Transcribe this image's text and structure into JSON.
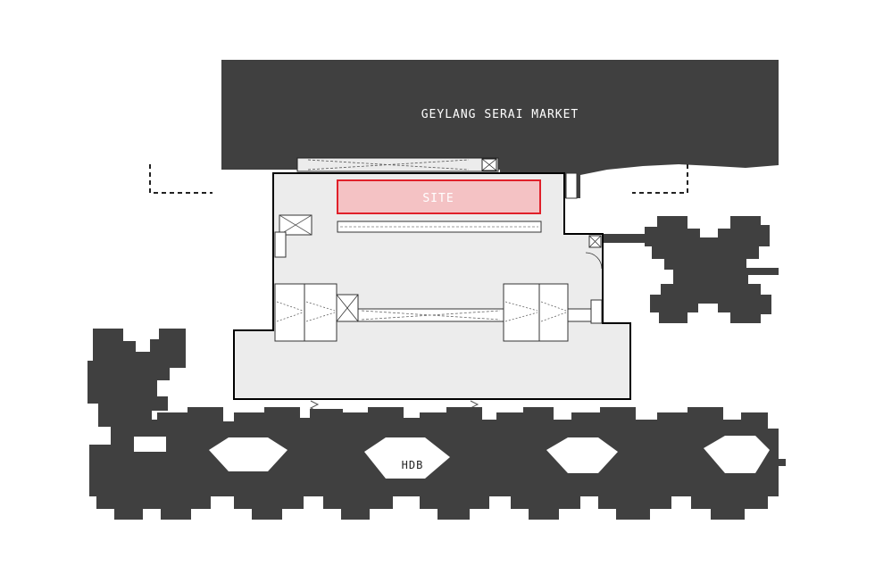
{
  "map": {
    "market_label": "GEYLANG SERAI MARKET",
    "site_label": "SITE",
    "hdb_label": "HDB"
  },
  "colors": {
    "building_dark": "#404040",
    "site_floor": "#ececec",
    "site_outline": "#000000",
    "site_highlight_fill": "#f4c2c4",
    "site_highlight_stroke": "#e0202a",
    "label_light": "#ffffff",
    "label_dark": "#222222"
  }
}
